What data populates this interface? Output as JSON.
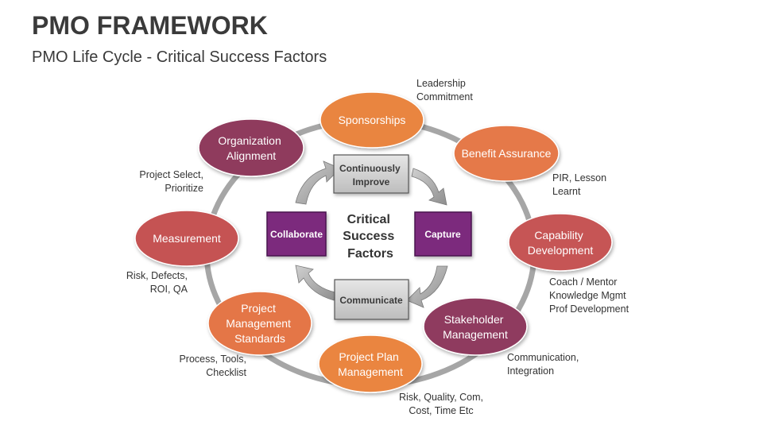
{
  "title": "PMO FRAMEWORK",
  "subtitle": "PMO Life Cycle - Critical Success Factors",
  "center": {
    "lines": [
      "Critical",
      "Success",
      "Factors"
    ]
  },
  "nodes": [
    {
      "id": "sponsorships",
      "lines": [
        "Sponsorships"
      ],
      "color": "#e98540"
    },
    {
      "id": "benefit-assurance",
      "lines": [
        "Benefit Assurance"
      ],
      "color": "#e57948"
    },
    {
      "id": "capability-development",
      "lines": [
        "Capability",
        "Development"
      ],
      "color": "#c65454"
    },
    {
      "id": "stakeholder-management",
      "lines": [
        "Stakeholder",
        "Management"
      ],
      "color": "#8f3b5e"
    },
    {
      "id": "project-plan-management",
      "lines": [
        "Project Plan",
        "Management"
      ],
      "color": "#ea8540"
    },
    {
      "id": "project-management-standards",
      "lines": [
        "Project",
        "Management",
        "Standards"
      ],
      "color": "#e47646"
    },
    {
      "id": "measurement",
      "lines": [
        "Measurement"
      ],
      "color": "#c55253"
    },
    {
      "id": "organization-alignment",
      "lines": [
        "Organization",
        "Alignment"
      ],
      "color": "#8f3a5d"
    }
  ],
  "annotations": [
    {
      "id": "sponsorships",
      "lines": [
        "Leadership",
        "Commitment"
      ]
    },
    {
      "id": "benefit-assurance",
      "lines": [
        "PIR, Lesson",
        "Learnt"
      ]
    },
    {
      "id": "capability-development",
      "lines": [
        "Coach / Mentor",
        "Knowledge Mgmt",
        "Prof Development"
      ]
    },
    {
      "id": "stakeholder-management",
      "lines": [
        "Communication,",
        "Integration"
      ]
    },
    {
      "id": "project-plan-management",
      "lines": [
        "Risk, Quality, Com,",
        "Cost, Time Etc"
      ]
    },
    {
      "id": "project-management-standards",
      "lines": [
        "Process, Tools,",
        "Checklist"
      ]
    },
    {
      "id": "measurement",
      "lines": [
        "Risk, Defects,",
        "ROI, QA"
      ]
    },
    {
      "id": "organization-alignment",
      "lines": [
        "Project Select,",
        "Prioritize"
      ]
    }
  ],
  "inner_boxes": [
    {
      "id": "continuously-improve",
      "lines": [
        "Continuously",
        "Improve"
      ],
      "color": "#c8c8c8"
    },
    {
      "id": "communicate",
      "lines": [
        "Communicate"
      ],
      "color": "#c8c8c8"
    },
    {
      "id": "collaborate",
      "lines": [
        "Collaborate"
      ],
      "color": "#7b2a7d"
    },
    {
      "id": "capture",
      "lines": [
        "Capture"
      ],
      "color": "#7b2a7d"
    }
  ],
  "ring_color": "#a6a6a6"
}
